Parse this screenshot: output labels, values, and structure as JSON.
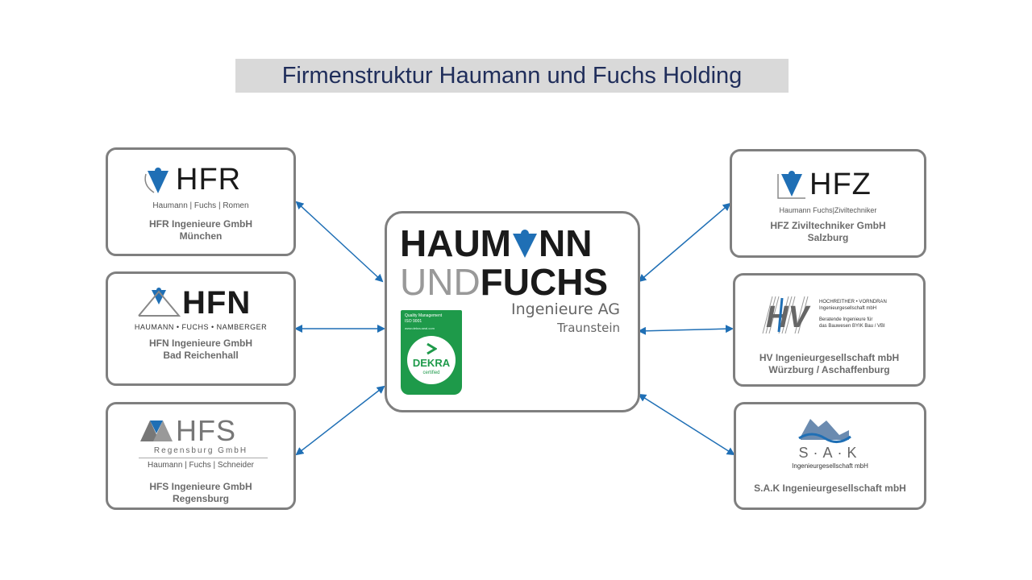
{
  "title": "Firmenstruktur Haumann und Fuchs Holding",
  "center": {
    "line1_a": "HAUM",
    "line1_b": "NN",
    "line2_a": "UND",
    "line2_b": "FUCHS",
    "subtitle": "Ingenieure AG",
    "city": "Traunstein",
    "cert": {
      "line1": "Quality Management",
      "line2": "ISO 9001",
      "line3": "www.dekra-seal.com",
      "brand": "DEKRA",
      "status": "certified"
    }
  },
  "left": [
    {
      "logo": "HFR",
      "logo_sub": "Haumann | Fuchs | Romen",
      "name": "HFR Ingenieure GmbH",
      "city": "München"
    },
    {
      "logo": "HFN",
      "logo_sub": "HAUMANN • FUCHS • NAMBERGER",
      "name": "HFN Ingenieure GmbH",
      "city": "Bad Reichenhall"
    },
    {
      "logo": "HFS",
      "logo_sub1": "Regensburg GmbH",
      "logo_sub": "Haumann | Fuchs | Schneider",
      "name": "HFS Ingenieure GmbH",
      "city": "Regensburg"
    }
  ],
  "right": [
    {
      "logo": "HFZ",
      "logo_sub": "Haumann Fuchs|Ziviltechniker",
      "name": "HFZ Ziviltechniker GmbH",
      "city": "Salzburg"
    },
    {
      "logo": "HV",
      "logo_l1": "HOCHREITHER • VORNDRAN",
      "logo_l2": "Ingenieurgesellschaft mbH",
      "logo_l3": "Beratende Ingenieure für",
      "logo_l4": "das Bauwesen BYIK Bau / VBI",
      "name": "HV Ingenieurgesellschaft mbH",
      "city": "Würzburg / Aschaffenburg"
    },
    {
      "logo": "S·A·K",
      "logo_sub": "Ingenieurgesellschaft mbH",
      "name": "S.A.K Ingenieurgesellschaft mbH",
      "city": ""
    }
  ],
  "colors": {
    "arrow": "#1f6fb5",
    "border": "#7f7f7f",
    "title_bg": "#d9d9d9",
    "title_text": "#1f2d5a",
    "dekra_green": "#1e9a4a",
    "logo_blue": "#1f6fb5"
  }
}
